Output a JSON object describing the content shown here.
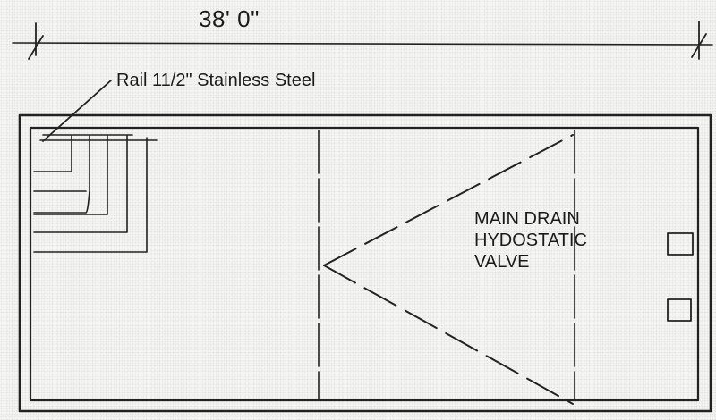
{
  "dimension": {
    "label": "38' 0\""
  },
  "rail_callout": {
    "label": "Rail 11/2\" Stainless Steel"
  },
  "drain_note": {
    "lines": [
      "MAIN DRAIN",
      "HYDOSTATIC",
      "VALVE"
    ]
  },
  "colors": {
    "ink": "#1b1b1b",
    "paper": "#f4f4f2"
  }
}
